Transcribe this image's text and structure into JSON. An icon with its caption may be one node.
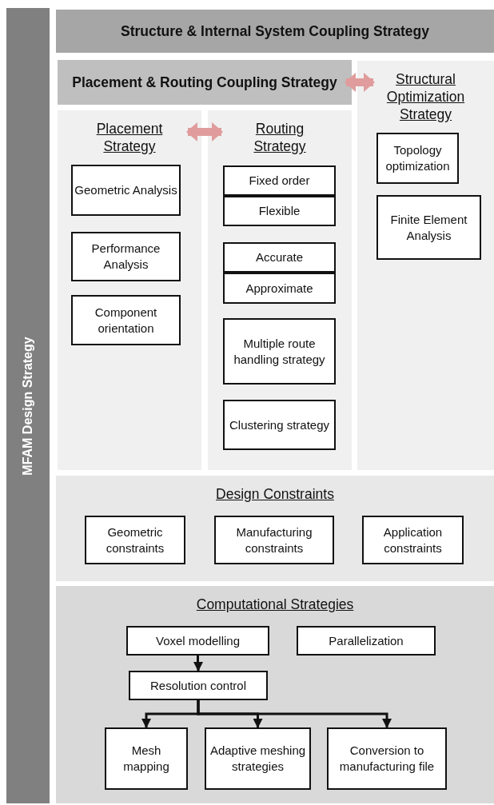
{
  "diagram": {
    "nodes": [
      {
        "text": [
          "MFAM Design Strategy"
        ]
      },
      {
        "text": [
          "Structure & Internal System Coupling Strategy"
        ]
      },
      {
        "text": [
          "Placement & Routing Coupling Strategy"
        ]
      },
      {
        "text": [
          "Structural Optimization Strategy"
        ]
      },
      {
        "text": [
          "Topology optimization"
        ],
        "in": 3
      },
      {
        "text": [
          "Finite Element Analysis"
        ],
        "in": 3
      },
      {
        "text": [
          "Placement Strategy"
        ]
      },
      {
        "text": [
          "Geometric Analysis"
        ],
        "in": 6
      },
      {
        "text": [
          "Performance Analysis"
        ],
        "in": 6
      },
      {
        "text": [
          "Component orientation"
        ],
        "in": 6
      },
      {
        "text": [
          "Routing Strategy"
        ]
      },
      {
        "text": [
          "Fixed order"
        ],
        "in": 10
      },
      {
        "text": [
          "Flexible"
        ],
        "in": 10
      },
      {
        "text": [
          "Accurate"
        ],
        "in": 10
      },
      {
        "text": [
          "Approximate"
        ],
        "in": 10
      },
      {
        "text": [
          "Multiple route handling strategy"
        ],
        "in": 10
      },
      {
        "text": [
          "Clustering strategy"
        ],
        "in": 10
      },
      {
        "text": [
          "Design Constraints"
        ]
      },
      {
        "text": [
          "Geometric constraints"
        ],
        "in": 17
      },
      {
        "text": [
          "Manufacturing constraints"
        ],
        "in": 17
      },
      {
        "text": [
          "Application constraints"
        ],
        "in": 17
      },
      {
        "text": [
          "Computational Strategies"
        ]
      },
      {
        "text": [
          "Voxel modelling"
        ],
        "in": 21
      },
      {
        "text": [
          "Parallelization"
        ],
        "in": 21
      },
      {
        "text": [
          "Resolution control"
        ],
        "in": 21
      },
      {
        "text": [
          "Mesh mapping"
        ],
        "in": 21
      },
      {
        "text": [
          "Adaptive meshing strategies"
        ],
        "in": 21
      },
      {
        "text": [
          "Conversion to manufacturing file"
        ],
        "in": 21
      }
    ],
    "edges": [
      {
        "from": 2,
        "to": 3,
        "arrow": "both",
        "style": "thick",
        "color": "#e09c9c"
      },
      {
        "from": 6,
        "to": 10,
        "arrow": "both",
        "style": "thick",
        "color": "#e09c9c"
      },
      {
        "from": 22,
        "to": 24,
        "arrow": "to"
      },
      {
        "from": 24,
        "to": 25,
        "arrow": "to"
      },
      {
        "from": 24,
        "to": 26,
        "arrow": "to"
      },
      {
        "from": 24,
        "to": 27,
        "arrow": "to"
      }
    ]
  }
}
